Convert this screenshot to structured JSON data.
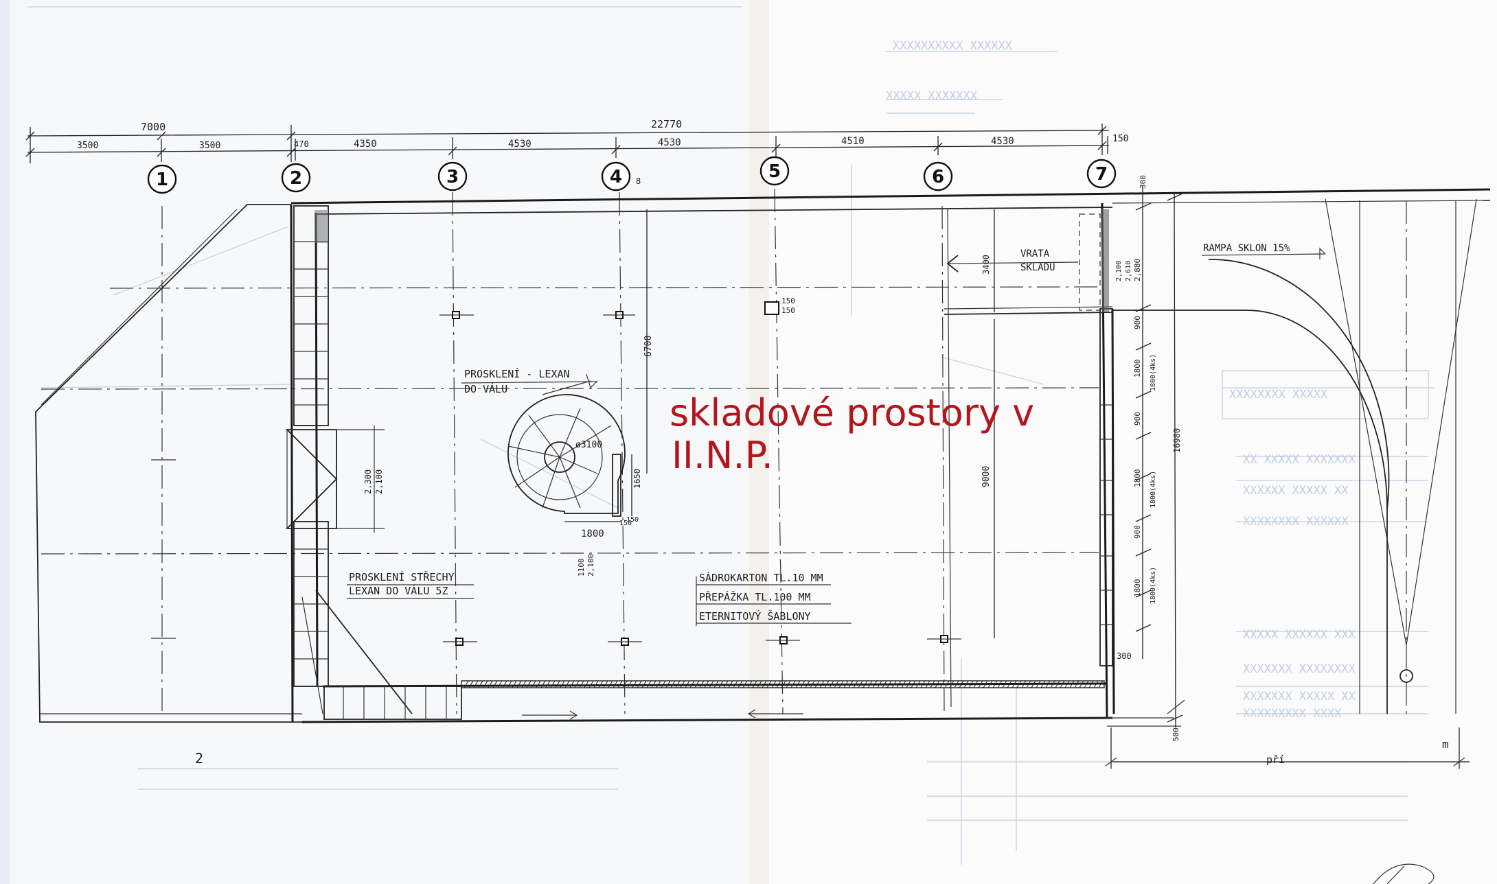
{
  "title": {
    "line1": "skladové prostory v",
    "line2": "II.N.P."
  },
  "axes": [
    "1",
    "2",
    "3",
    "4",
    "5",
    "6",
    "7"
  ],
  "dimensions_top": {
    "overall_left": "7000",
    "overall_main": "22770",
    "seg_1": "3500",
    "seg_2": "3500",
    "seg_3": "470",
    "seg_4": "4350",
    "seg_5": "4530",
    "seg_6": "4530",
    "seg_7": "4510",
    "seg_8": "4530",
    "seg_9": "150"
  },
  "dimensions_right": {
    "total": "16980",
    "a": "300",
    "b": "2,880",
    "c": "2,610",
    "d": "2,100",
    "e": "900",
    "f": "1800",
    "f2": "1800(4ks)",
    "g": "900",
    "h": "1800",
    "h2": "1800(4ks)",
    "i": "900",
    "j": "1800",
    "j2": "1800(4ks)",
    "k": "300",
    "l": "500"
  },
  "dimensions_inner": {
    "vertical_1": "6700",
    "vertical_2": "3400",
    "vertical_3": "9000",
    "door_a": "2,300",
    "door_b": "2,100",
    "door2_a": "1100",
    "door2_b": "2,100",
    "stair_w": "1800",
    "stair_h": "1650",
    "stair_d": "ø3100",
    "stair_small": "150",
    "stair_small2": "150",
    "col_a": "150",
    "col_b": "150",
    "col_dim": "8"
  },
  "notes": {
    "stair_note_1": "PROSKLENÍ - LEXAN",
    "stair_note_2": "DO VÁLU",
    "roof_note_1": "PROSKLENÍ STŘECHY",
    "roof_note_2": "LEXAN DO VÁLU 5Z",
    "wall_note_1": "SÁDROKARTON TL.10 MM",
    "wall_note_2": "PŘEPÁŽKA TL.100 MM",
    "wall_note_3": "ETERNITOVÝ ŠABLONY",
    "gate_note_1": "VRATA",
    "gate_note_2": "SKLADU",
    "ramp_note": "RAMPA SKLON 15%"
  },
  "corner_marks": {
    "left": "2",
    "right_1": "pří",
    "right_2": "m"
  }
}
